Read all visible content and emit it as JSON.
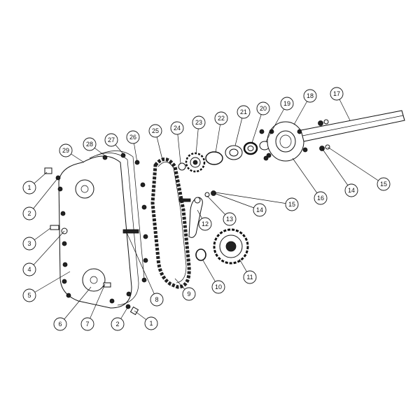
{
  "diagram": {
    "callouts": [
      {
        "id": "c1a",
        "label": "1"
      },
      {
        "id": "c2a",
        "label": "2"
      },
      {
        "id": "c3",
        "label": "3"
      },
      {
        "id": "c4",
        "label": "4"
      },
      {
        "id": "c5",
        "label": "5"
      },
      {
        "id": "c6",
        "label": "6"
      },
      {
        "id": "c7",
        "label": "7"
      },
      {
        "id": "c2b",
        "label": "2"
      },
      {
        "id": "c1b",
        "label": "1"
      },
      {
        "id": "c8",
        "label": "8"
      },
      {
        "id": "c9",
        "label": "9"
      },
      {
        "id": "c10",
        "label": "10"
      },
      {
        "id": "c11",
        "label": "11"
      },
      {
        "id": "c12",
        "label": "12"
      },
      {
        "id": "c13",
        "label": "13"
      },
      {
        "id": "c14a",
        "label": "14"
      },
      {
        "id": "c15a",
        "label": "15"
      },
      {
        "id": "c16",
        "label": "16"
      },
      {
        "id": "c14b",
        "label": "14"
      },
      {
        "id": "c15b",
        "label": "15"
      },
      {
        "id": "c17",
        "label": "17"
      },
      {
        "id": "c18",
        "label": "18"
      },
      {
        "id": "c19",
        "label": "19"
      },
      {
        "id": "c20",
        "label": "20"
      },
      {
        "id": "c21",
        "label": "21"
      },
      {
        "id": "c22",
        "label": "22"
      },
      {
        "id": "c23",
        "label": "23"
      },
      {
        "id": "c24",
        "label": "24"
      },
      {
        "id": "c25",
        "label": "25"
      },
      {
        "id": "c26",
        "label": "26"
      },
      {
        "id": "c27",
        "label": "27"
      },
      {
        "id": "c28",
        "label": "28"
      },
      {
        "id": "c29",
        "label": "29"
      }
    ]
  }
}
